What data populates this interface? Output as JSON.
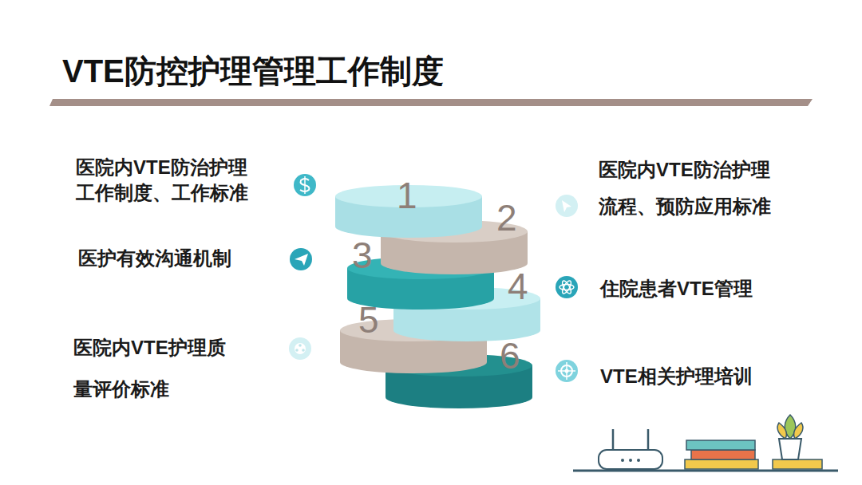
{
  "diagram": {
    "title": "VTE防控护理管理工作制度",
    "nodes": [
      {
        "text": [
          "1"
        ]
      },
      {
        "text": [
          "2"
        ]
      },
      {
        "text": [
          "3"
        ]
      },
      {
        "text": [
          "4"
        ]
      },
      {
        "text": [
          "5"
        ]
      },
      {
        "text": [
          "6"
        ]
      }
    ],
    "labels": [
      "医院内VTE防治护理 工作制度、工作标准",
      "医院内VTE防治护理 流程、预防应用标准",
      "医护有效沟通机制",
      "住院患者VTE管理",
      "医院内VTE护理质 量评价标准",
      "VTE相关护理培训"
    ]
  }
}
